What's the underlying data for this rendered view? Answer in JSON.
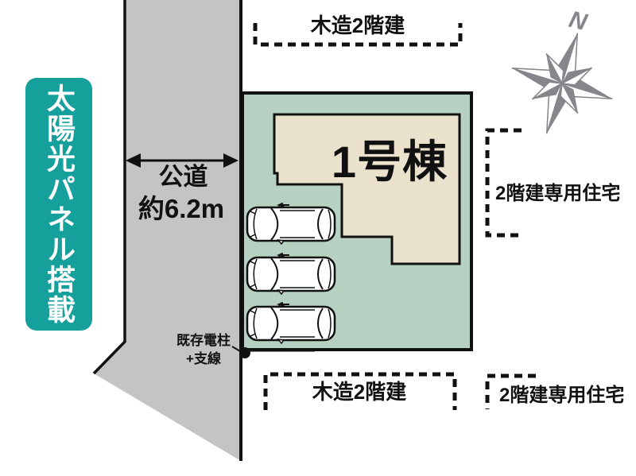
{
  "banner": {
    "text": "太陽光パネル搭載"
  },
  "road": {
    "label": "公道",
    "width_label": "約6.2m"
  },
  "lot": {
    "building_label": "1号棟",
    "parking_car_count": 3
  },
  "pole": {
    "label_line1": "既存電柱",
    "label_line2": "+支線"
  },
  "neighbors": {
    "top_label": "木造2階建",
    "right_upper_label": "2階建専用住宅",
    "bottom_label": "木造2階建",
    "right_lower_label": "2階建専用住宅"
  },
  "compass": {
    "north_label": "N"
  },
  "colors": {
    "banner_teal": "#16a09c",
    "lot_green": "#b6d0c1",
    "building_beige": "#eae2cc",
    "road_gray": "#c4c4c6",
    "compass_gray": "#85858a",
    "outline": "#111111"
  }
}
